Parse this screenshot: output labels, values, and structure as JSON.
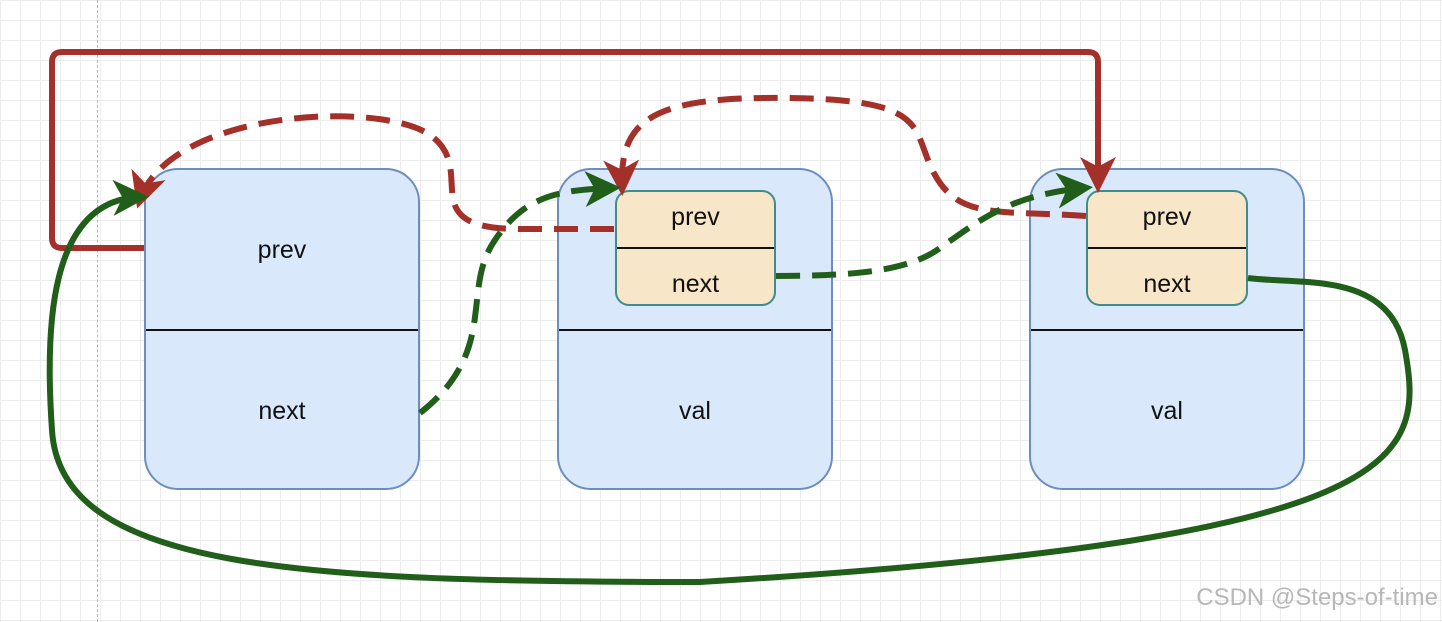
{
  "nodes": {
    "head": {
      "prev_label": "prev",
      "next_label": "next"
    },
    "node1": {
      "prev_label": "prev",
      "next_label": "next",
      "val_label": "val"
    },
    "node2": {
      "prev_label": "prev",
      "next_label": "next",
      "val_label": "val"
    }
  },
  "watermark": "CSDN @Steps-of-time",
  "colors": {
    "node_fill": "#dae8fc",
    "node_border": "#6c8ebf",
    "sub_fill": "#f7e6c8",
    "sub_border": "#3f8c88",
    "prev_arrow": "#a3312a",
    "next_arrow": "#215e1a"
  }
}
